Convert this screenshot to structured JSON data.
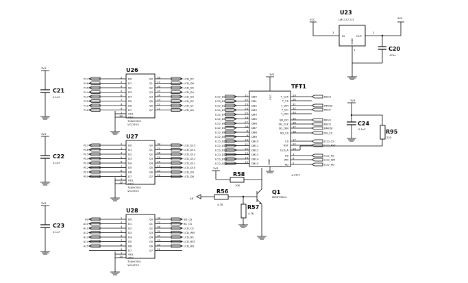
{
  "rails": {
    "v3": "3V3",
    "vcc": "VCC",
    "a8": "A8"
  },
  "u23": {
    "ref": "U23",
    "part": "LM1117-3.3",
    "pin_in_num": "3",
    "pin_in": "IN",
    "pin_out_num": "2",
    "pin_out": "OUT",
    "pin_gnd_num": "1",
    "pin_gnd": "GND"
  },
  "caps": {
    "c20": {
      "ref": "C20",
      "val": "470u"
    },
    "c21": {
      "ref": "C21",
      "val": "0.1uF"
    },
    "c22": {
      "ref": "C22",
      "val": "0.1uF"
    },
    "c23": {
      "ref": "C23",
      "val": "0.1uF"
    },
    "c24": {
      "ref": "C24",
      "val": "0.1uF"
    }
  },
  "resistors": {
    "r56": {
      "ref": "R56",
      "val": "4.7K"
    },
    "r57": {
      "ref": "R57",
      "val": "4.7K"
    },
    "r58": {
      "ref": "R58",
      "val": "10K"
    },
    "r95": {
      "ref": "R95",
      "val": "220"
    }
  },
  "q1": {
    "ref": "Q1",
    "part": "MMBT3904"
  },
  "latches": [
    {
      "ref": "U26",
      "part": "74AHC541",
      "vcc": "VCC/3V3",
      "inputs": [
        "PL7",
        "PL6",
        "PL5",
        "PL4",
        "PL3",
        "PL2",
        "PL1",
        "PL0"
      ],
      "outputs": [
        "LCD_D7",
        "LCD_D6",
        "LCD_D5",
        "LCD_D4",
        "LCD_D3",
        "LCD_D2",
        "LCD_D1",
        "LCD_D0"
      ],
      "pins_d": [
        "D0",
        "D1",
        "D2",
        "D3",
        "D4",
        "D5",
        "D6",
        "D7"
      ],
      "pins_q": [
        "Q0",
        "Q1",
        "Q2",
        "Q3",
        "Q4",
        "Q5",
        "Q6",
        "Q7"
      ],
      "pnum_in": [
        "2",
        "3",
        "4",
        "5",
        "6",
        "7",
        "8",
        "9"
      ],
      "pnum_out": [
        "18",
        "17",
        "16",
        "15",
        "14",
        "13",
        "12",
        "11"
      ],
      "oe1": "OE1",
      "oe2": "OE2",
      "oe1_num": "1",
      "oe2_num": "19"
    },
    {
      "ref": "U27",
      "part": "74AHC541",
      "vcc": "VCC/3V3",
      "inputs": [
        "PC7",
        "PC6",
        "PC5",
        "PC4",
        "PC3",
        "PC2",
        "PC1",
        "PC0"
      ],
      "outputs": [
        "LCD_D15",
        "LCD_D14",
        "LCD_D13",
        "LCD_D12",
        "LCD_D11",
        "LCD_D10",
        "LCD_D9",
        "LCD_D8"
      ],
      "pins_d": [
        "D0",
        "D1",
        "D2",
        "D3",
        "D4",
        "D5",
        "D6",
        "D7"
      ],
      "pins_q": [
        "Q0",
        "Q1",
        "Q2",
        "Q3",
        "Q4",
        "Q5",
        "Q6",
        "Q7"
      ],
      "pnum_in": [
        "2",
        "3",
        "4",
        "5",
        "6",
        "7",
        "8",
        "9"
      ],
      "pnum_out": [
        "18",
        "17",
        "16",
        "15",
        "14",
        "13",
        "12",
        "11"
      ],
      "oe1": "OE1",
      "oe2": "OE2",
      "oe1_num": "1",
      "oe2_num": "19"
    },
    {
      "ref": "U28",
      "part": "74AHC541",
      "vcc": "VCC/3V3",
      "inputs": [
        "A9",
        "A10",
        "A11",
        "A12",
        "A13",
        "A14",
        "A15",
        ""
      ],
      "outputs": [
        "SD_CS",
        "BC_CS",
        "LCD_CS",
        "LCD_WR",
        "LCD_RS",
        "LCD_RST",
        "LCD_RD",
        ""
      ],
      "pins_d": [
        "D0",
        "D1",
        "D2",
        "D3",
        "D4",
        "D5",
        "D6",
        "D7"
      ],
      "pins_q": [
        "Q0",
        "Q1",
        "Q2",
        "Q3",
        "Q4",
        "Q5",
        "Q6",
        "Q7"
      ],
      "pnum_in": [
        "2",
        "3",
        "4",
        "5",
        "6",
        "7",
        "8",
        "9"
      ],
      "pnum_out": [
        "18",
        "17",
        "16",
        "15",
        "14",
        "13",
        "12",
        "11"
      ],
      "oe1": "OE1",
      "oe2": "OE2",
      "oe1_num": "1",
      "oe2_num": "19"
    }
  ],
  "tft": {
    "ref": "TFT1",
    "part": "4.2TFT",
    "vcc_pin": "VCC",
    "gnd_pin": "GND",
    "left_nets": [
      "LCD_D0",
      "LCD_D1",
      "LCD_D2",
      "LCD_D3",
      "LCD_D4",
      "LCD_D5",
      "LCD_D6",
      "LCD_D7",
      "LCD_D8",
      "LCD_D9",
      "LCD_D10",
      "LCD_D11",
      "LCD_D12",
      "LCD_D13",
      "LCD_D14",
      "LCD_D15"
    ],
    "left_pnums": [
      "21",
      "22",
      "23",
      "24",
      "25",
      "26",
      "27",
      "28",
      "8",
      "9",
      "10",
      "11",
      "12",
      "13",
      "14",
      "15"
    ],
    "left_pins": [
      "DB0",
      "DB1",
      "DB2",
      "DB3",
      "DB4",
      "DB5",
      "DB6",
      "DB7",
      "DB8",
      "DB9",
      "DB10",
      "DB11",
      "DB12",
      "DB13",
      "DB14",
      "DB15"
    ],
    "right_pins": [
      "T_CLK",
      "T_CS",
      "T_DIN",
      "T_DO",
      "T_IRQ",
      "SD_DO",
      "SD_CLK",
      "SD_DIN",
      "SD_CS",
      "CS",
      "RST",
      "LED_A",
      "RS",
      "WR",
      "RD"
    ],
    "right_pnums": [
      "29",
      "30",
      "31",
      "32",
      "33",
      "35",
      "36",
      "37",
      "38",
      "17",
      "12",
      "19",
      "3",
      "4",
      "5"
    ],
    "right_nets": [
      "BSCK",
      "",
      "BMOSI",
      "MISO",
      "",
      "MISO",
      "BSCK",
      "BMOSI",
      "SD_CS",
      "LCD_CS",
      "LCD_RST",
      "",
      "LCD_RS",
      "LCD_WR",
      "LCD_RD"
    ]
  }
}
